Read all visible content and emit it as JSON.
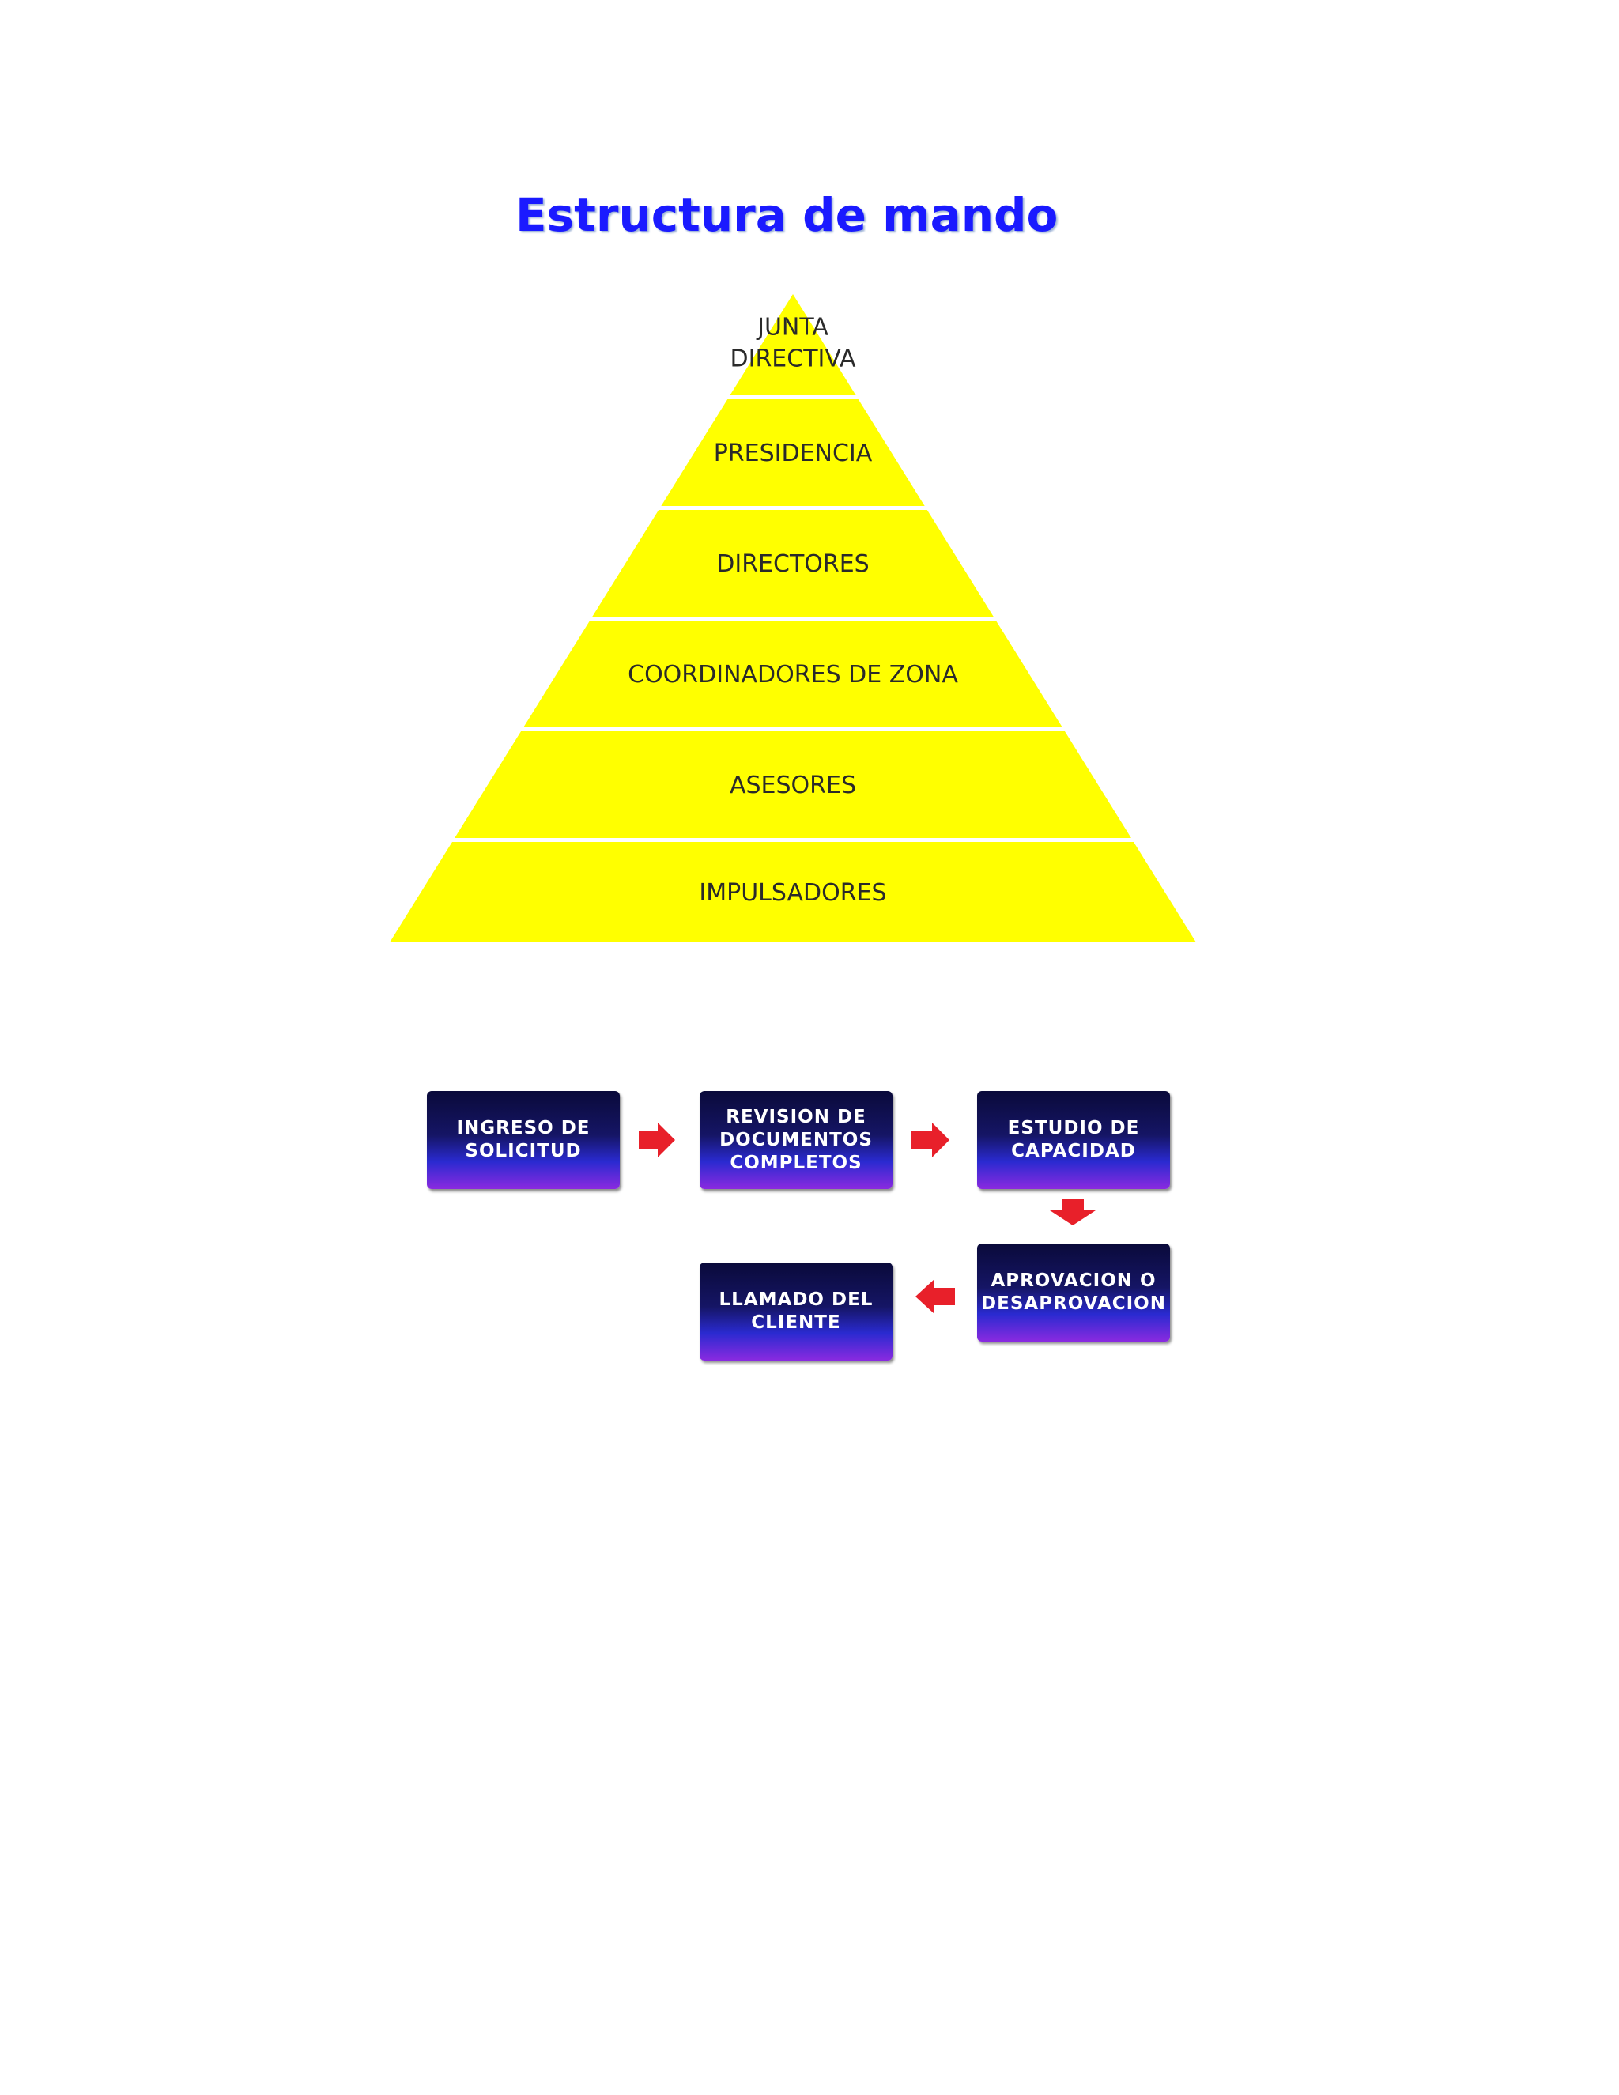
{
  "title": "Estructura de mando",
  "pyramid": {
    "fill_color": "#ffff00",
    "levels": [
      {
        "label_lines": [
          "JUNTA",
          "DIRECTIVA"
        ]
      },
      {
        "label_lines": [
          "PRESIDENCIA"
        ]
      },
      {
        "label_lines": [
          "DIRECTORES"
        ]
      },
      {
        "label_lines": [
          "COORDINADORES DE ZONA"
        ]
      },
      {
        "label_lines": [
          "ASESORES"
        ]
      },
      {
        "label_lines": [
          "IMPULSADORES"
        ]
      }
    ]
  },
  "process": {
    "arrow_color": "#e8202a",
    "steps": [
      {
        "label": "INGRESO DE\nSOLICITUD"
      },
      {
        "label": "REVISION DE\nDOCUMENTOS\nCOMPLETOS"
      },
      {
        "label": "ESTUDIO DE\nCAPACIDAD"
      },
      {
        "label": "APROVACION O\nDESAPROVACION"
      },
      {
        "label": "LLAMADO DEL\nCLIENTE"
      }
    ]
  }
}
